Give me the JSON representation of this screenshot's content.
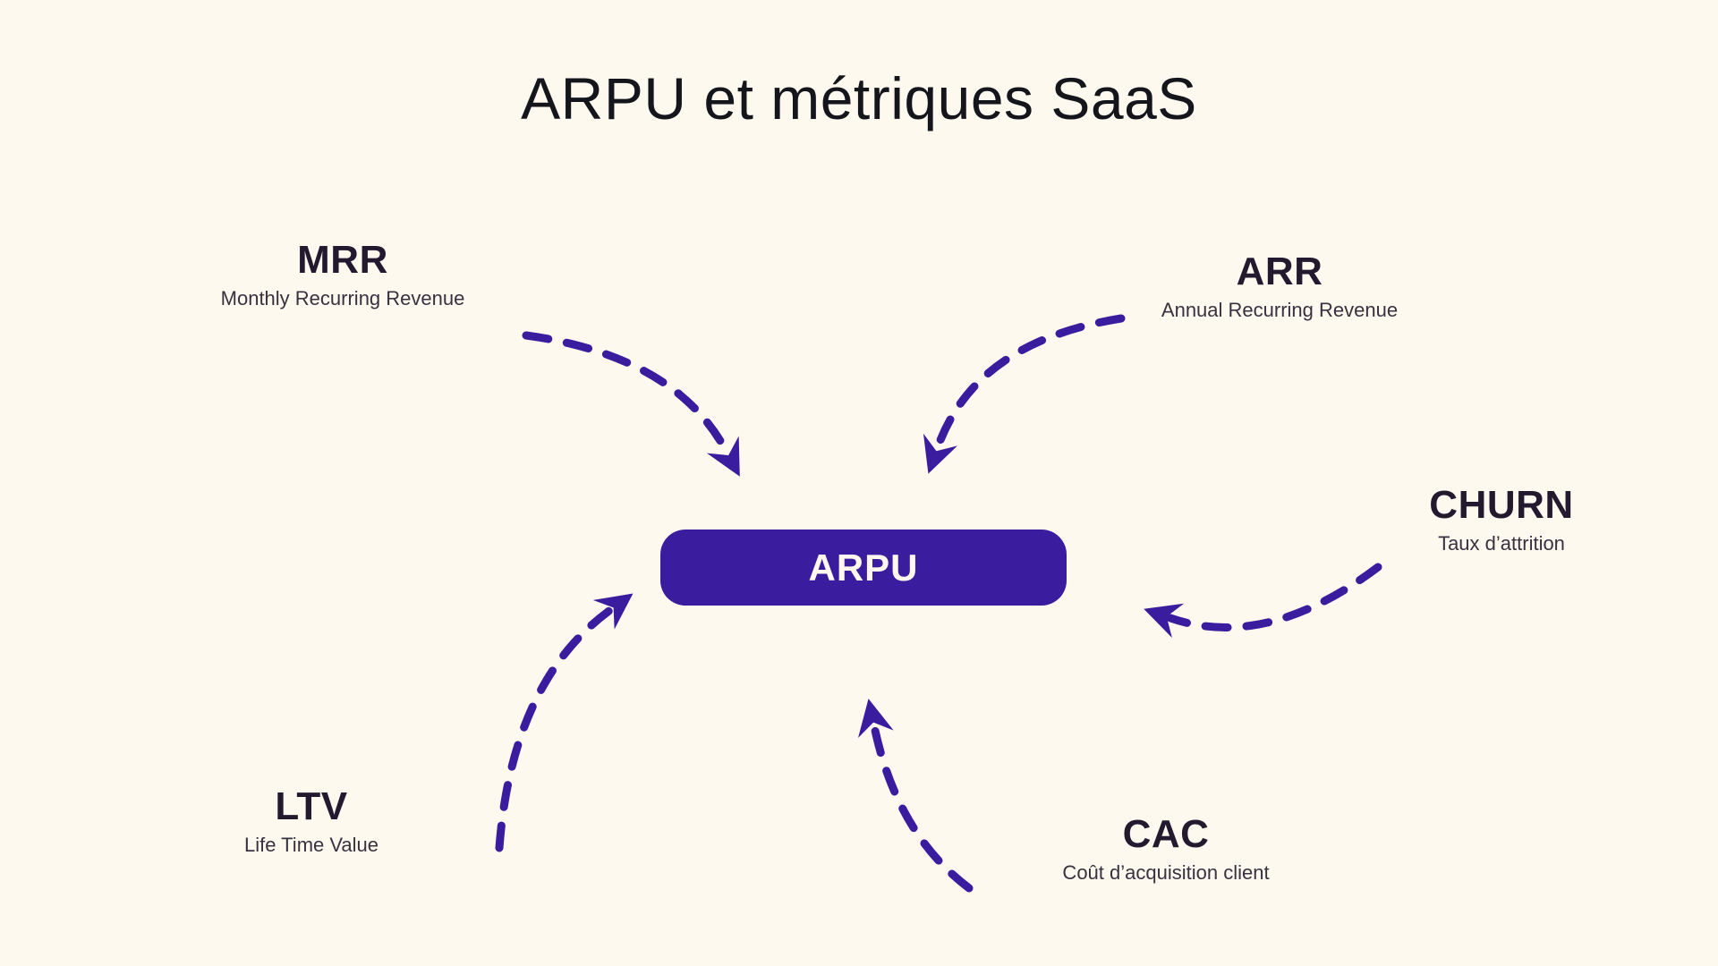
{
  "title": "ARPU et métriques SaaS",
  "center": {
    "label": "ARPU"
  },
  "colors": {
    "background": "#FEF9EF",
    "accent": "#3A1D9E",
    "heading_text": "#15151C",
    "metric_label_text": "#231A2F",
    "metric_sublabel_text": "#37323F",
    "center_box_fill": "#3A1D9E",
    "center_box_text": "#FEF9EF"
  },
  "metrics": [
    {
      "id": "mrr",
      "abbr": "MRR",
      "name": "Monthly Recurring Revenue"
    },
    {
      "id": "arr",
      "abbr": "ARR",
      "name": "Annual Recurring Revenue"
    },
    {
      "id": "churn",
      "abbr": "CHURN",
      "name": "Taux d’attrition"
    },
    {
      "id": "ltv",
      "abbr": "LTV",
      "name": "Life Time Value"
    },
    {
      "id": "cac",
      "abbr": "CAC",
      "name": "Coût d’acquisition client"
    }
  ],
  "relations": [
    {
      "from": "MRR",
      "to": "ARPU"
    },
    {
      "from": "ARR",
      "to": "ARPU"
    },
    {
      "from": "CHURN",
      "to": "ARPU"
    },
    {
      "from": "LTV",
      "to": "ARPU"
    },
    {
      "from": "CAC",
      "to": "ARPU"
    }
  ]
}
